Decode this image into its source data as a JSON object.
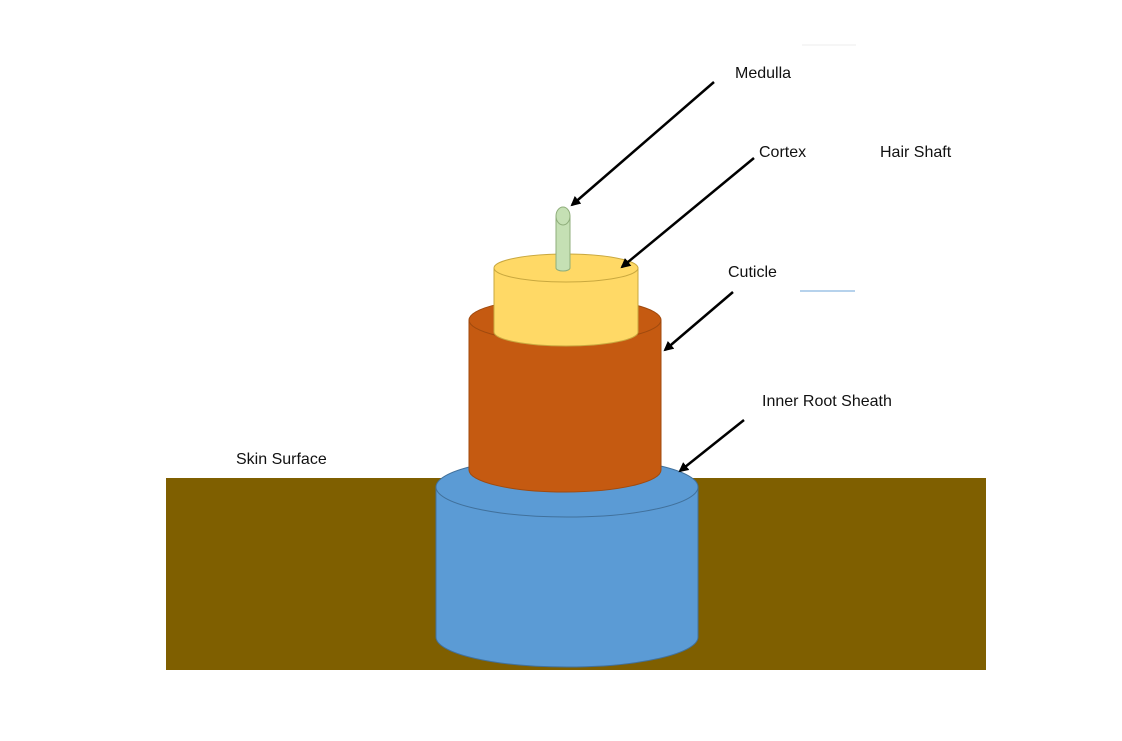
{
  "labels": {
    "medulla": "Medulla",
    "cortex": "Cortex",
    "hair_shaft": "Hair Shaft",
    "cuticle": "Cuticle",
    "inner_root_sheath": "Inner Root Sheath",
    "skin_surface": "Skin Surface"
  },
  "colors": {
    "skin": "#7f5f00",
    "inner_root_sheath": "#5b9bd5",
    "inner_root_sheath_edge": "#41719c",
    "cuticle": "#c55a11",
    "cuticle_edge": "#a04a0e",
    "cortex": "#ffd966",
    "cortex_edge": "#c9a83f",
    "medulla": "#c5e0b4",
    "medulla_edge": "#8fae7b",
    "arrow": "#000000",
    "accent_line": "#9dc3e6"
  }
}
